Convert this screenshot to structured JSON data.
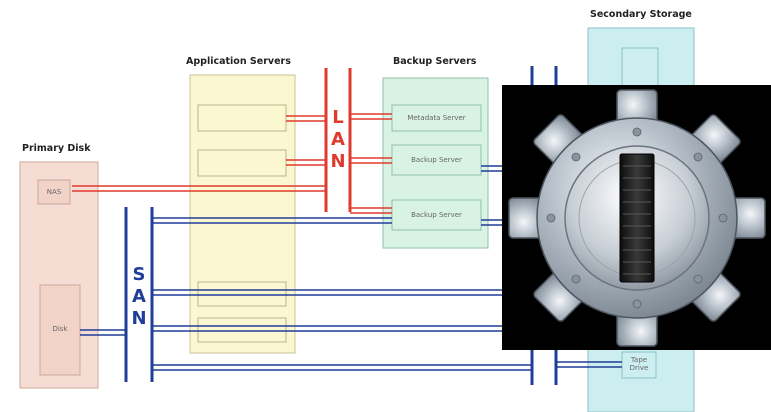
{
  "diagram": {
    "groups": {
      "primary_disk": "Primary Disk",
      "application_servers": "Application Servers",
      "backup_servers": "Backup Servers",
      "secondary_storage": "Secondary Storage"
    },
    "nodes": {
      "nas": "NAS",
      "disk": "Disk",
      "metadata_server": "Metadata Server",
      "backup_server_1": "Backup Server",
      "backup_server_2": "Backup Server",
      "tape_drive": "Tape Drive"
    },
    "networks": {
      "lan": [
        "L",
        "A",
        "N"
      ],
      "san": [
        "S",
        "A",
        "N"
      ]
    },
    "colors": {
      "lan": "#e03a2e",
      "san": "#1f3d99",
      "primary_fill": "#f6ddd3",
      "app_fill": "#fbf7d0",
      "backup_fill": "#d8f3e4",
      "storage_fill": "#cdeef0"
    }
  },
  "overlay": {
    "icon": "gear-icon"
  }
}
